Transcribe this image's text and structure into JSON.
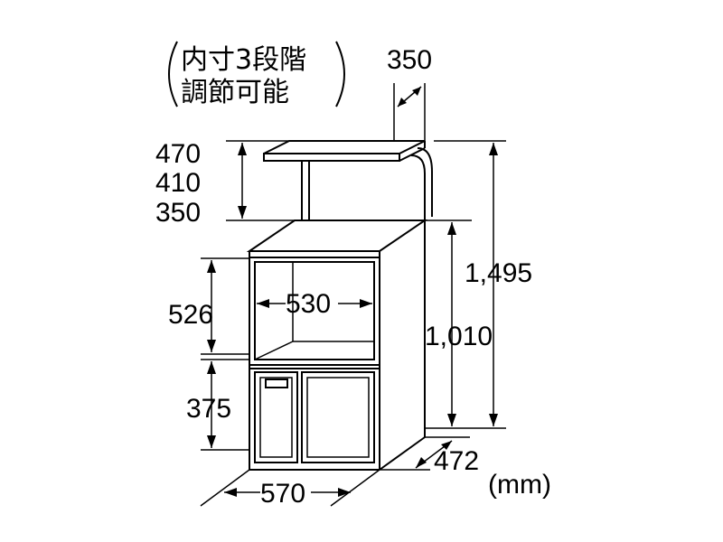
{
  "note": {
    "line1": "内寸3段階",
    "line2": "調節可能"
  },
  "dimensions": {
    "shelf_depth": "350",
    "shelf_height_1": "470",
    "shelf_height_2": "410",
    "shelf_height_3": "350",
    "total_height": "1,495",
    "cabinet_height": "1,010",
    "opening_height": "526",
    "opening_width": "530",
    "lower_height": "375",
    "width": "570",
    "depth": "472",
    "unit": "(mm)"
  }
}
